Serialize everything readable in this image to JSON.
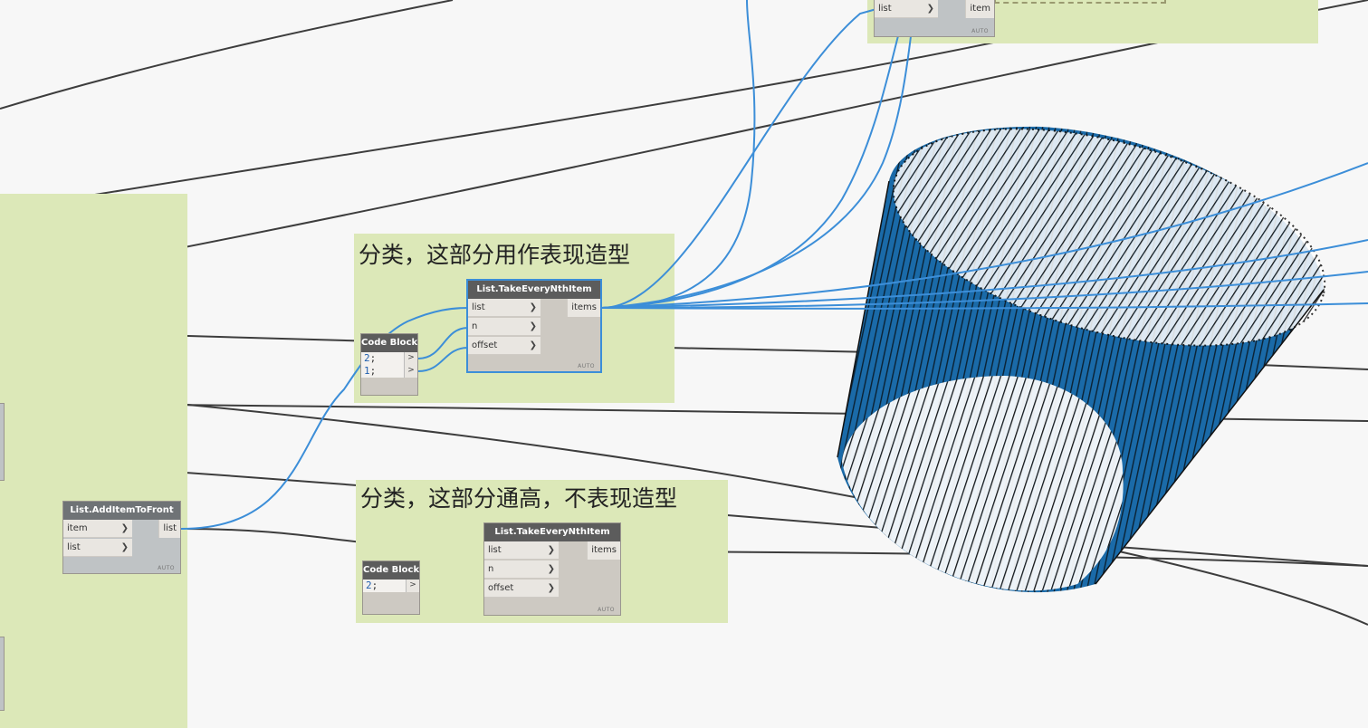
{
  "groups": {
    "shape_group_title": "分类，这部分用作表现造型",
    "full_height_group_title": "分类，这部分通高，不表现造型"
  },
  "nodes": {
    "take_nth_top": {
      "title": "List.TakeEveryNthItem",
      "inputs": [
        "list",
        "n",
        "offset"
      ],
      "output": "items",
      "mode": "AUTO"
    },
    "take_nth_bottom": {
      "title": "List.TakeEveryNthItem",
      "inputs": [
        "list",
        "n",
        "offset"
      ],
      "output": "items",
      "mode": "AUTO"
    },
    "code_block_top": {
      "title": "Code Block",
      "lines": [
        "2",
        "1"
      ],
      "terminator": ";",
      "out_glyph": ">"
    },
    "code_block_bottom": {
      "title": "Code Block",
      "lines": [
        "2"
      ],
      "terminator": ";",
      "out_glyph": ">"
    },
    "add_item_to_front": {
      "title": "List.AddItemToFront",
      "inputs": [
        "item",
        "list"
      ],
      "output": "list",
      "mode": "AUTO"
    },
    "top_partial": {
      "input": "list",
      "output": "item",
      "mode": "AUTO"
    }
  },
  "colors": {
    "background": "#f7f7f7",
    "group_fill": "#dce8b8",
    "wire_dark": "#3d3d3d",
    "wire_selected": "#3c8ed8",
    "geometry_fill": "#1a6aa8",
    "node_header": "#5c5c5c"
  }
}
